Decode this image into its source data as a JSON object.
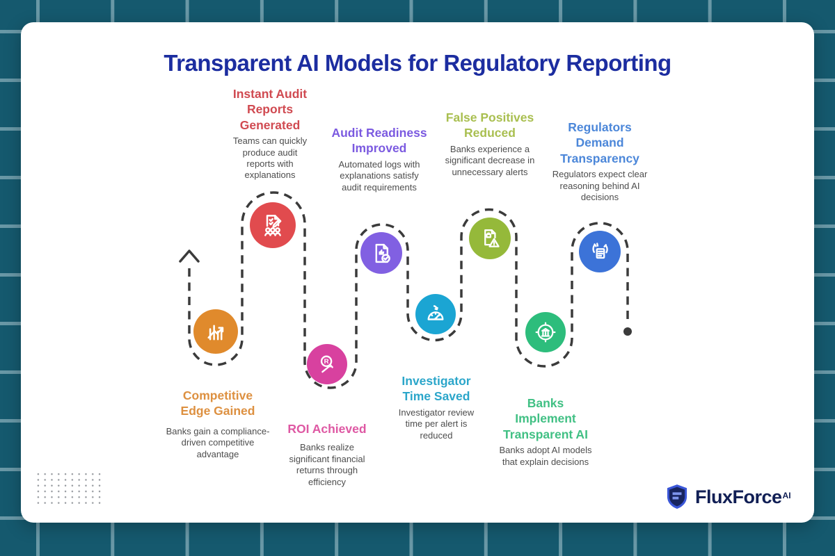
{
  "page": {
    "title": "Transparent AI Models for Regulatory Reporting",
    "title_color": "#1c2da0"
  },
  "path": {
    "stroke_color": "#3b3b3b",
    "start_marker": "arrow-up",
    "end_marker": "dot"
  },
  "steps": [
    {
      "position": "bottom",
      "title": "Competitive Edge Gained",
      "description": "Banks gain a compliance-driven competitive advantage",
      "title_color": "#dd9040",
      "circle_color": "#e08a2c",
      "icon": "growth-chart-icon"
    },
    {
      "position": "top",
      "title": "Instant Audit Reports Generated",
      "description": "Teams can quickly produce audit reports with explanations",
      "title_color": "#d04a51",
      "circle_color": "#e14b4e",
      "icon": "audit-report-icon"
    },
    {
      "position": "bottom",
      "title": "ROI Achieved",
      "description": "Banks realize significant financial returns through efficiency",
      "title_color": "#de58a3",
      "circle_color": "#d8419f",
      "icon": "roi-magnifier-icon"
    },
    {
      "position": "top",
      "title": "Audit Readiness Improved",
      "description": "Automated logs with explanations satisfy audit requirements",
      "title_color": "#7b5ae0",
      "circle_color": "#8160e2",
      "icon": "document-check-icon"
    },
    {
      "position": "bottom",
      "title": "Investigator Time Saved",
      "description": "Investigator review time per alert is reduced",
      "title_color": "#2ba6ca",
      "circle_color": "#1ba5d3",
      "icon": "time-gauge-icon"
    },
    {
      "position": "top",
      "title": "False Positives Reduced",
      "description": "Banks experience a significant decrease in unnecessary alerts",
      "title_color": "#a9bf50",
      "circle_color": "#95b93a",
      "icon": "document-alert-icon"
    },
    {
      "position": "bottom",
      "title": "Banks Implement Transparent AI",
      "description": "Banks adopt AI models that explain decisions",
      "title_color": "#41c084",
      "circle_color": "#2dbd7c",
      "icon": "bank-target-icon"
    },
    {
      "position": "top",
      "title": "Regulators Demand Transparency",
      "description": "Regulators expect clear reasoning behind AI decisions",
      "title_color": "#4c87d9",
      "circle_color": "#3c73d8",
      "icon": "hands-document-icon"
    }
  ],
  "brand": {
    "name": "FluxForce",
    "suffix": "AI",
    "logo_icon": "shield-logo-icon"
  }
}
